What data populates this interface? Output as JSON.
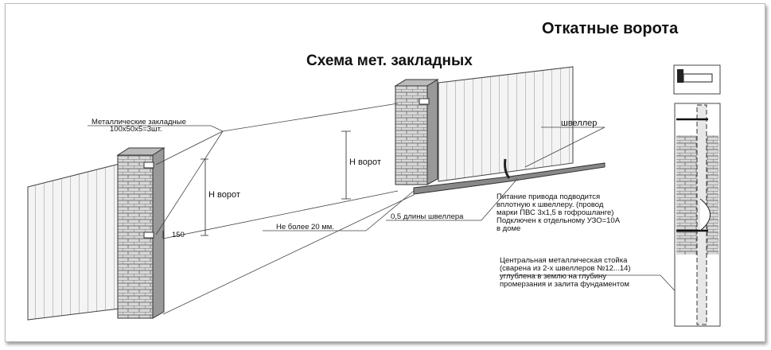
{
  "title": "Откатные ворота",
  "subtitle": "Схема мет. закладных",
  "labels": {
    "embeds_line1": "Металлические закладные",
    "embeds_line2": "100х50х5=3шт.",
    "h_gate_left": "Н ворот",
    "h_gate_right": "Н ворот",
    "dim_150": "150",
    "not_more": "Не более 20 мм.",
    "half_channel": "0,5 длины швеллера",
    "channel": "швеллер",
    "power": [
      "Питание привода подводится",
      "вплотную к швеллеру. (провод",
      "марки ПВС 3х1,5 в гофрошланге)",
      "Подключен к отдельному УЗО=10А",
      "в доме"
    ],
    "post": [
      "Центральная металлическая стойка",
      "(сварена из 2-х швеллеров №12...14)",
      "углублена в землю на глубину",
      "промерзания и залита фундаментом"
    ]
  }
}
